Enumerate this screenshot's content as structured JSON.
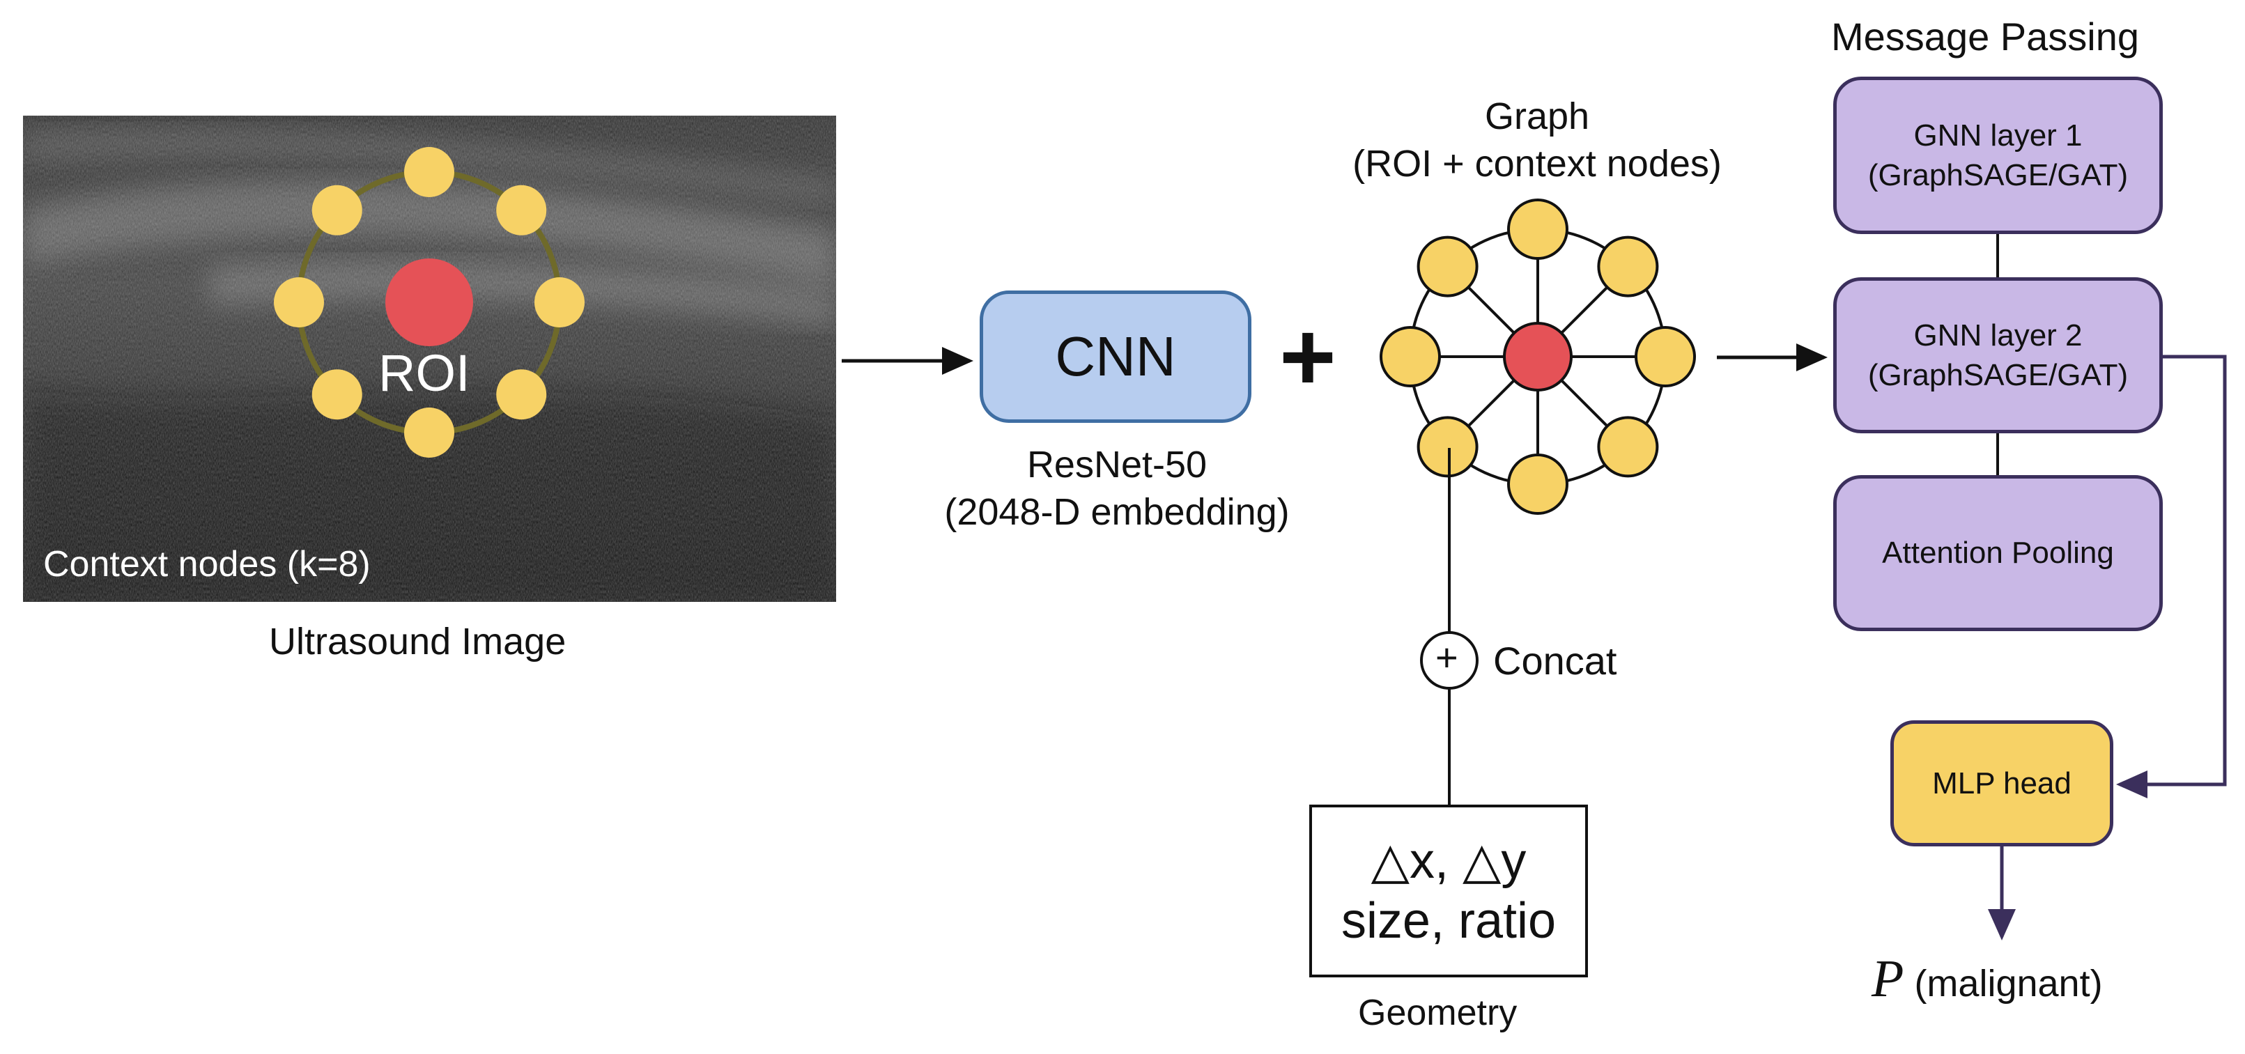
{
  "ultrasound": {
    "roi_label": "ROI",
    "context_label": "Context nodes (k=8)",
    "caption": "Ultrasound Image"
  },
  "cnn": {
    "label": "CNN",
    "caption": "ResNet-50\n(2048-D embedding)"
  },
  "plus_symbol": "+",
  "graph": {
    "caption": "Graph\n(ROI + context nodes)"
  },
  "concat": {
    "symbol": "+",
    "label": "Concat"
  },
  "geometry": {
    "box_text": "△x, △y\nsize, ratio",
    "caption": "Geometry"
  },
  "message_passing": {
    "title": "Message Passing",
    "layers": [
      {
        "label": "GNN layer 1\n(GraphSAGE/GAT)"
      },
      {
        "label": "GNN layer 2\n(GraphSAGE/GAT)"
      },
      {
        "label": "Attention Pooling"
      }
    ]
  },
  "mlp": {
    "label": "MLP head"
  },
  "output": {
    "symbol": "P",
    "label": "(malignant)"
  },
  "colors": {
    "roi_red": "#e55257",
    "context_yellow": "#f7d266",
    "gnn_purple": "#c9b8e6",
    "cnn_blue": "#b7cdef",
    "arrow_purple": "#3b2f5c"
  }
}
